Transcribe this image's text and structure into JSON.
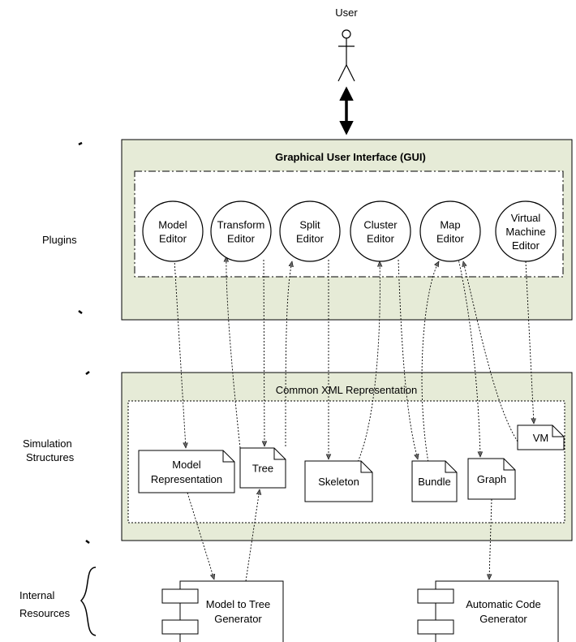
{
  "colors": {
    "panel_fill": "#e6ebd7",
    "panel_stroke": "#000000",
    "inner_fill": "#ffffff",
    "line": "#000000"
  },
  "actor": {
    "label": "User",
    "icon": "stick-figure-icon"
  },
  "layers": {
    "plugins": "Plugins",
    "simulation": [
      "Simulation",
      "Structures"
    ],
    "internal": [
      "Internal",
      "Resources"
    ]
  },
  "gui": {
    "title": "Graphical User Interface (GUI)",
    "editors": [
      {
        "id": "model",
        "lines": [
          "Model",
          "Editor"
        ]
      },
      {
        "id": "transform",
        "lines": [
          "Transform",
          "Editor"
        ]
      },
      {
        "id": "split",
        "lines": [
          "Split",
          "Editor"
        ]
      },
      {
        "id": "cluster",
        "lines": [
          "Cluster",
          "Editor"
        ]
      },
      {
        "id": "map",
        "lines": [
          "Map",
          "Editor"
        ]
      },
      {
        "id": "vm",
        "lines": [
          "Virtual",
          "Machine",
          "Editor"
        ]
      }
    ]
  },
  "xml": {
    "title": "Common XML Representation",
    "documents": [
      {
        "id": "model-rep",
        "lines": [
          "Model",
          "Representation"
        ]
      },
      {
        "id": "tree",
        "lines": [
          "Tree"
        ]
      },
      {
        "id": "skeleton",
        "lines": [
          "Skeleton"
        ]
      },
      {
        "id": "bundle",
        "lines": [
          "Bundle"
        ]
      },
      {
        "id": "graph",
        "lines": [
          "Graph"
        ]
      },
      {
        "id": "vm-doc",
        "lines": [
          "VM"
        ]
      }
    ]
  },
  "components": [
    {
      "id": "m2t",
      "lines": [
        "Model to Tree",
        "Generator"
      ]
    },
    {
      "id": "acg",
      "lines": [
        "Automatic Code",
        "Generator"
      ]
    }
  ]
}
